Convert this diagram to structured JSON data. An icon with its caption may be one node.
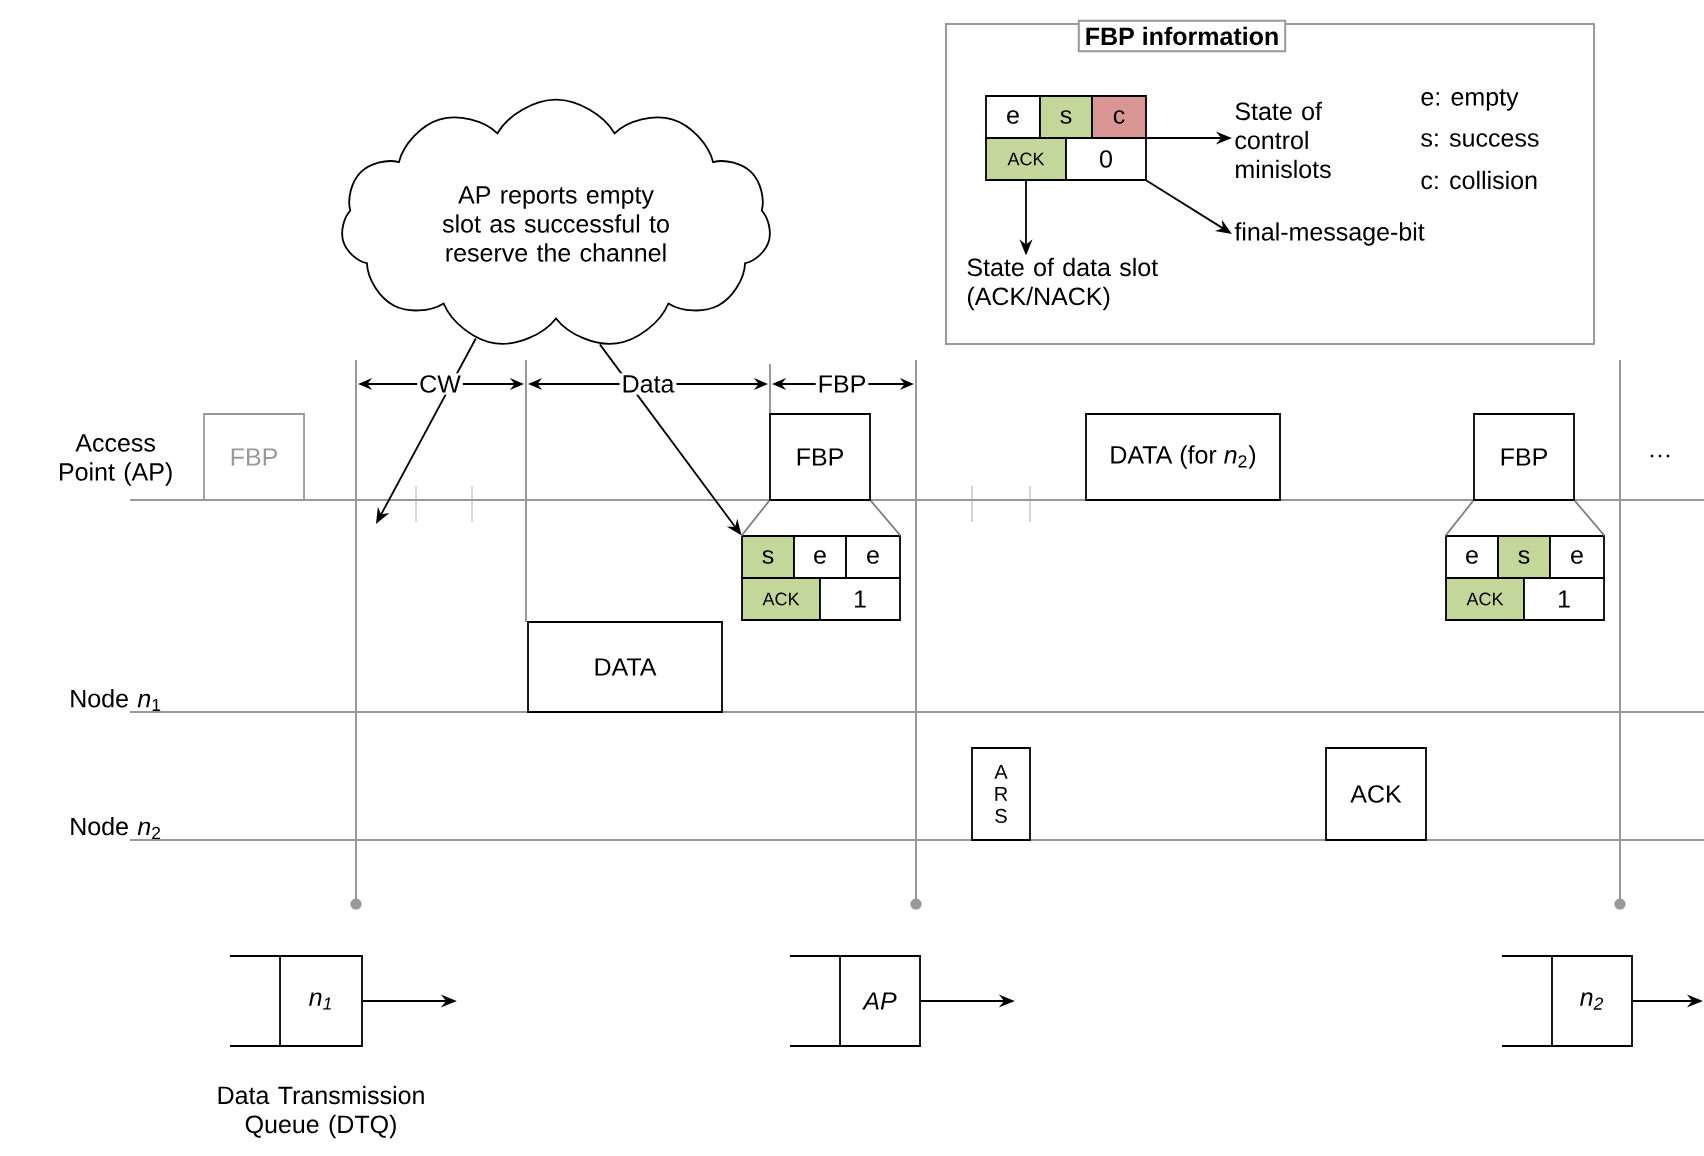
{
  "diagram": {
    "nodes": [
      {
        "text": [
          "AP reports empty slot as successful to reserve the channel"
        ]
      },
      {
        "text": [
          "FBP information"
        ]
      },
      {
        "text": [
          "e",
          "s",
          "c",
          "ACK",
          "0"
        ],
        "in": 1
      },
      {
        "text": [
          "State of control minislots"
        ],
        "in": 1
      },
      {
        "text": [
          "final-message-bit"
        ],
        "in": 1
      },
      {
        "text": [
          "State of data slot (ACK/NACK)"
        ],
        "in": 1
      },
      {
        "text": [
          "FBP"
        ]
      },
      {
        "text": [
          "FBP"
        ]
      },
      {
        "text": [
          "s",
          "e",
          "e",
          "ACK",
          "1"
        ]
      },
      {
        "text": [
          "DATA (for *n*$_{2}$)"
        ]
      },
      {
        "text": [
          "FBP"
        ]
      },
      {
        "text": [
          "e",
          "s",
          "e",
          "ACK",
          "1"
        ]
      },
      {
        "text": [
          "DATA"
        ]
      },
      {
        "text": [
          "A R S"
        ]
      },
      {
        "text": [
          "ACK"
        ]
      },
      {
        "text": [
          "*n*$_{1}$"
        ],
        "beside": [
          "Data Transmission Queue (DTQ)"
        ]
      },
      {
        "text": [
          "AP"
        ]
      },
      {
        "text": [
          "*n*$_{2}$"
        ]
      }
    ],
    "edges": [
      {
        "from": 0,
        "to": null,
        "arrow": "to"
      },
      {
        "from": 0,
        "to": 8,
        "arrow": "to"
      },
      {
        "from": 2,
        "to": 3,
        "arrow": "to"
      },
      {
        "from": 2,
        "to": 4,
        "arrow": "to"
      },
      {
        "from": 2,
        "to": 5,
        "arrow": "to"
      },
      {
        "from": 7,
        "to": 8,
        "arrow": "none",
        "color": "#808080"
      },
      {
        "from": 10,
        "to": 11,
        "arrow": "none",
        "color": "#808080"
      },
      {
        "from": 15,
        "to": null,
        "arrow": "to"
      },
      {
        "from": 16,
        "to": null,
        "arrow": "to"
      },
      {
        "from": 17,
        "to": null,
        "arrow": "to"
      }
    ],
    "labels": [
      "e: empty",
      "s: success",
      "c: collision",
      "CW",
      "Data",
      "FBP",
      "Access Point (AP)",
      "…",
      "Node *n*$_{1}$",
      "Node *n*$_{2}$"
    ]
  }
}
